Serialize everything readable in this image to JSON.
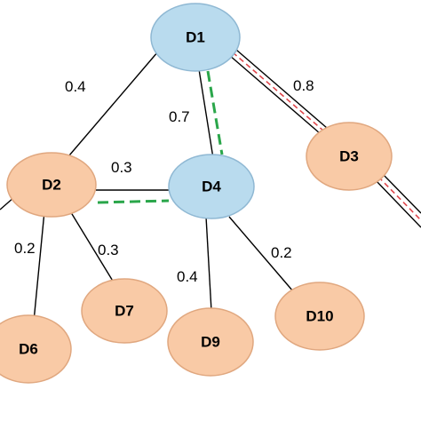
{
  "colors": {
    "highlight_node_fill": "#b9dbee",
    "highlight_node_stroke": "#8fb8d3",
    "normal_node_fill": "#f9caa6",
    "normal_node_stroke": "#e0a77f",
    "edge": "#000000",
    "green_path": "#2aa64a",
    "red_path": "#e0474c"
  },
  "nodes": [
    {
      "id": "D1",
      "label": "D1"
    },
    {
      "id": "D2",
      "label": "D2"
    },
    {
      "id": "D3",
      "label": "D3"
    },
    {
      "id": "D4",
      "label": "D4"
    },
    {
      "id": "D6",
      "label": "D6"
    },
    {
      "id": "D7",
      "label": "D7"
    },
    {
      "id": "D9",
      "label": "D9"
    },
    {
      "id": "D10",
      "label": "D10"
    }
  ],
  "edges": [
    {
      "from": "D1",
      "to": "D2",
      "weight": "0.4"
    },
    {
      "from": "D1",
      "to": "D4",
      "weight": "0.7"
    },
    {
      "from": "D1",
      "to": "D3",
      "weight": "0.8"
    },
    {
      "from": "D2",
      "to": "D4",
      "weight": "0.3"
    },
    {
      "from": "D2",
      "to": "D6",
      "weight": "0.2"
    },
    {
      "from": "D2",
      "to": "D7",
      "weight": "0.3"
    },
    {
      "from": "D4",
      "to": "D9",
      "weight": "0.4"
    },
    {
      "from": "D4",
      "to": "D10",
      "weight": "0.2"
    }
  ]
}
